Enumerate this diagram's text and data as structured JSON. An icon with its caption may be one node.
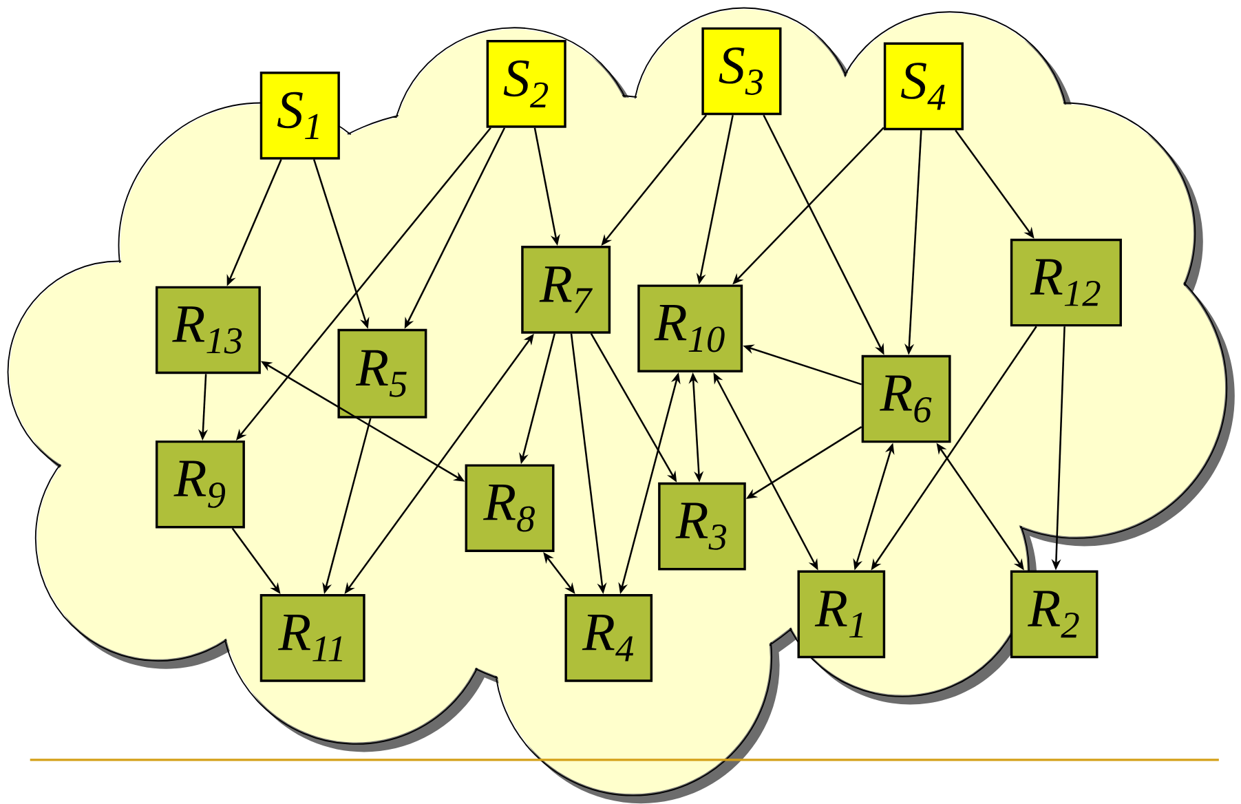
{
  "diagram": {
    "nodes": [
      {
        "text": [
          "S$_{1}$"
        ]
      },
      {
        "text": [
          "S$_{2}$"
        ]
      },
      {
        "text": [
          "S$_{3}$"
        ]
      },
      {
        "text": [
          "S$_{4}$"
        ]
      },
      {
        "text": [
          "R$_{13}$"
        ]
      },
      {
        "text": [
          "R$_{5}$"
        ]
      },
      {
        "text": [
          "R$_{7}$"
        ]
      },
      {
        "text": [
          "R$_{10}$"
        ]
      },
      {
        "text": [
          "R$_{12}$"
        ]
      },
      {
        "text": [
          "R$_{6}$"
        ]
      },
      {
        "text": [
          "R$_{9}$"
        ]
      },
      {
        "text": [
          "R$_{8}$"
        ]
      },
      {
        "text": [
          "R$_{3}$"
        ]
      },
      {
        "text": [
          "R$_{11}$"
        ]
      },
      {
        "text": [
          "R$_{4}$"
        ]
      },
      {
        "text": [
          "R$_{1}$"
        ]
      },
      {
        "text": [
          "R$_{2}$"
        ]
      }
    ],
    "edges": [
      {
        "from": 0,
        "to": 4,
        "arrow": "to"
      },
      {
        "from": 0,
        "to": 5,
        "arrow": "to"
      },
      {
        "from": 1,
        "to": 10,
        "arrow": "to"
      },
      {
        "from": 1,
        "to": 5,
        "arrow": "to"
      },
      {
        "from": 1,
        "to": 6,
        "arrow": "to"
      },
      {
        "from": 2,
        "to": 6,
        "arrow": "to"
      },
      {
        "from": 2,
        "to": 7,
        "arrow": "to"
      },
      {
        "from": 2,
        "to": 9,
        "arrow": "to"
      },
      {
        "from": 3,
        "to": 7,
        "arrow": "to"
      },
      {
        "from": 3,
        "to": 9,
        "arrow": "to"
      },
      {
        "from": 3,
        "to": 8,
        "arrow": "to"
      },
      {
        "from": 4,
        "to": 10,
        "arrow": "to"
      },
      {
        "from": 4,
        "to": 11,
        "arrow": "both"
      },
      {
        "from": 5,
        "to": 13,
        "arrow": "to"
      },
      {
        "from": 10,
        "to": 13,
        "arrow": "to"
      },
      {
        "from": 6,
        "to": 13,
        "arrow": "both"
      },
      {
        "from": 6,
        "to": 11,
        "arrow": "to"
      },
      {
        "from": 6,
        "to": 14,
        "arrow": "to"
      },
      {
        "from": 6,
        "to": 12,
        "arrow": "to"
      },
      {
        "from": 11,
        "to": 14,
        "arrow": "both"
      },
      {
        "from": 7,
        "to": 14,
        "arrow": "both"
      },
      {
        "from": 7,
        "to": 12,
        "arrow": "both"
      },
      {
        "from": 7,
        "to": 15,
        "arrow": "both"
      },
      {
        "from": 9,
        "to": 7,
        "arrow": "to"
      },
      {
        "from": 9,
        "to": 12,
        "arrow": "to"
      },
      {
        "from": 9,
        "to": 15,
        "arrow": "both"
      },
      {
        "from": 9,
        "to": 16,
        "arrow": "both"
      },
      {
        "from": 8,
        "to": 15,
        "arrow": "to"
      },
      {
        "from": 8,
        "to": 16,
        "arrow": "to"
      }
    ]
  }
}
